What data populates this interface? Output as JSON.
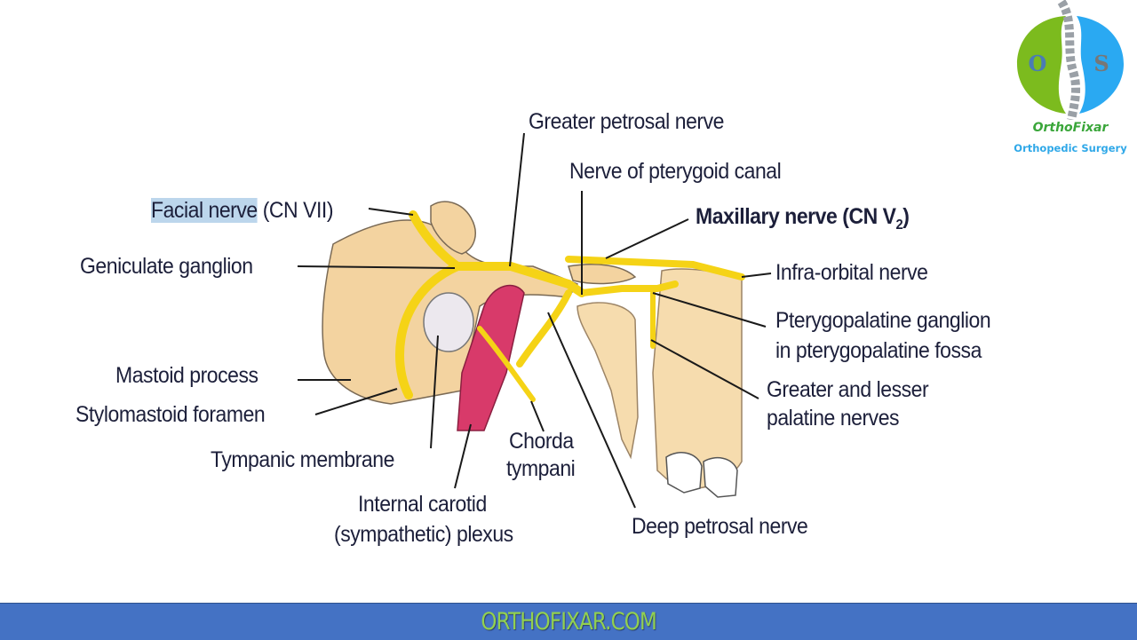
{
  "logo": {
    "brand": "OrthoFixar",
    "tagline": "Orthopedic Surgery",
    "left_letter": "O",
    "right_letter": "S",
    "colors": {
      "left": "#7cbb1e",
      "right": "#2aa9f2",
      "spine": "#9aa0a6"
    }
  },
  "labels": {
    "facial_nerve_hl": "Facial nerve",
    "facial_nerve_rest": " (CN VII)",
    "geniculate_ganglion": "Geniculate ganglion",
    "greater_petrosal_nerve": "Greater petrosal nerve",
    "nerve_pterygoid_canal": "Nerve of pterygoid canal",
    "maxillary_nerve": "Maxillary nerve (CN V",
    "maxillary_sub": "2",
    "maxillary_close": ")",
    "infra_orbital_nerve": "Infra-orbital nerve",
    "pterygopalatine_ganglion_1": "Pterygopalatine ganglion",
    "pterygopalatine_ganglion_2": "in pterygopalatine fossa",
    "palatine_nerves_1": "Greater and lesser",
    "palatine_nerves_2": "palatine nerves",
    "mastoid_process": "Mastoid process",
    "stylomastoid_foramen": "Stylomastoid foramen",
    "tympanic_membrane": "Tympanic membrane",
    "internal_carotid_1": "Internal carotid",
    "internal_carotid_2": "(sympathetic) plexus",
    "chorda_tympani_1": "Chorda",
    "chorda_tympani_2": "tympani",
    "deep_petrosal_nerve": "Deep petrosal nerve"
  },
  "colors": {
    "nerve": "#f5d316",
    "bone": "#f3d3a0",
    "artery": "#d83a6a",
    "highlight": "#bcd6ec",
    "footer_bg": "#4472c4",
    "footer_text": "#92d050"
  },
  "footer": {
    "text": "ORTHOFIXAR.COM"
  }
}
